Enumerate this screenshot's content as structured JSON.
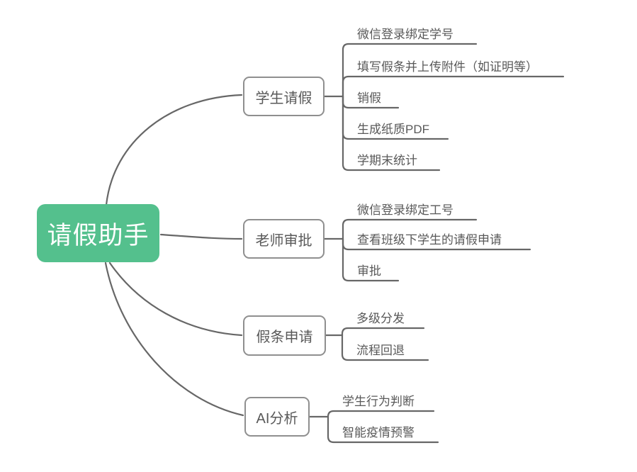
{
  "root": {
    "label": "请假助手"
  },
  "branches": [
    {
      "label": "学生请假",
      "children": [
        "微信登录绑定学号",
        "填写假条并上传附件（如证明等）",
        "销假",
        "生成纸质PDF",
        "学期末统计"
      ]
    },
    {
      "label": "老师审批",
      "children": [
        "微信登录绑定工号",
        "查看班级下学生的请假申请",
        "审批"
      ]
    },
    {
      "label": "假条申请",
      "children": [
        "多级分发",
        "流程回退"
      ]
    },
    {
      "label": "AI分析",
      "children": [
        "学生行为判断",
        "智能疫情预警"
      ]
    }
  ],
  "colors": {
    "root_fill": "#54c08d",
    "root_text": "#ffffff",
    "branch_border": "#8f8f8f",
    "text_gray": "#595959",
    "line_gray": "#676767",
    "background": "#ffffff"
  }
}
